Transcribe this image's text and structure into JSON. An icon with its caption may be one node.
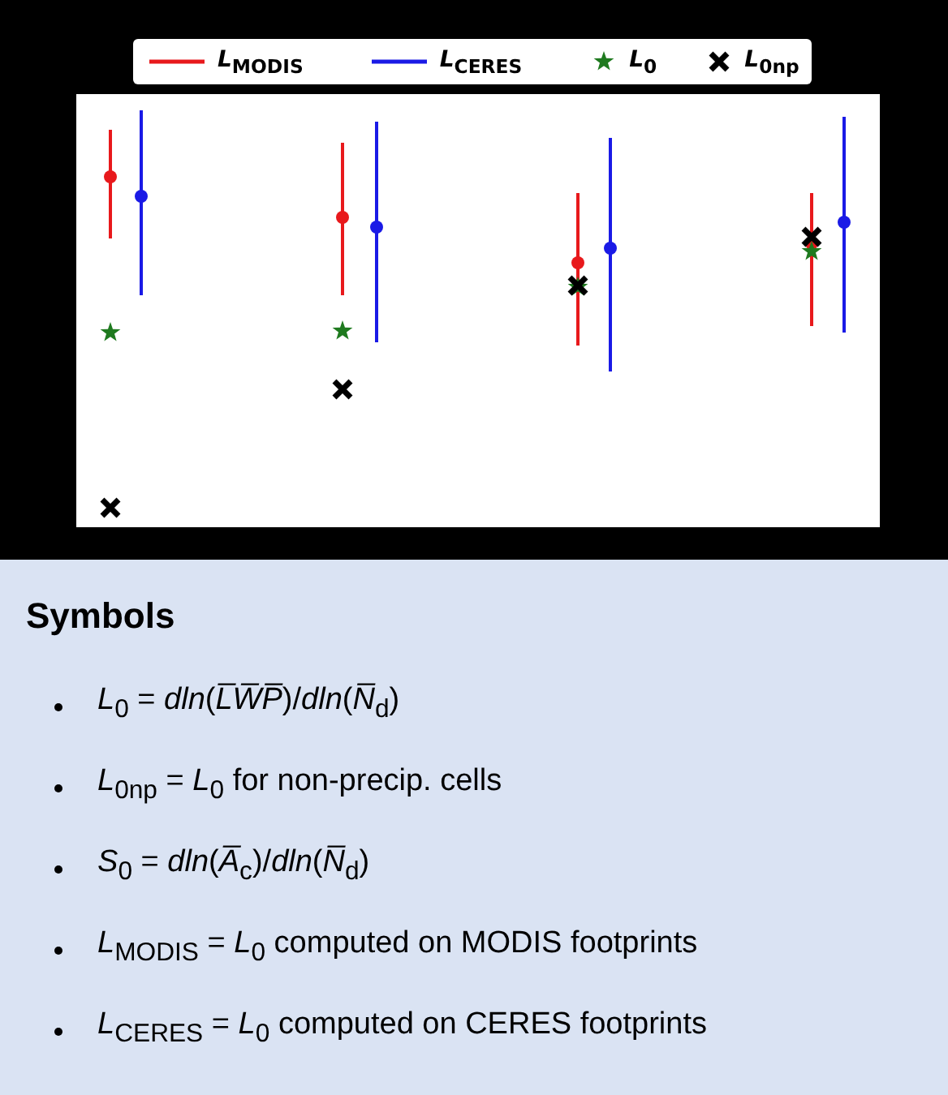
{
  "diagram": {
    "labels": [
      "Symbols",
      "*L*$_{0}$ = *dln*(*L̅W̅P̅*)/*dln*(*N̅*$_{d}$)",
      "*L*$_{0np}$ = *L*$_{0}$ for non-precip. cells",
      "*S*$_{0}$ = *dln*(*A̅*$_{c}$)/*dln*(*N̅*$_{d}$)",
      "*L*$_{MODIS}$ = *L*$_{0}$ computed on MODIS footprints",
      "*L*$_{CERES}$ = *L*$_{0}$ computed on CERES footprints"
    ],
    "legend": [
      {
        "text": "*L*$_{MODIS}$",
        "color": "#e8191c"
      },
      {
        "text": "*L*$_{CERES}$",
        "color": "#1a1ae6"
      },
      {
        "text": "*L*$_{0}$",
        "color": "#1f7a1f"
      },
      {
        "text": "*L*$_{0np}$",
        "color": "#000000"
      }
    ]
  }
}
